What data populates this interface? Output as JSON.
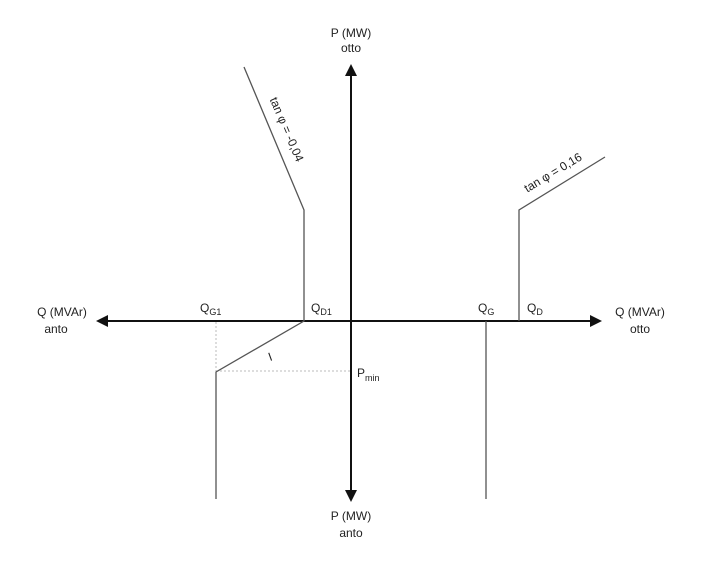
{
  "axes": {
    "p_top_line1": "P (MW)",
    "p_top_line2": "otto",
    "p_bottom_line1": "P (MW)",
    "p_bottom_line2": "anto",
    "q_left_line1": "Q (MVAr)",
    "q_left_line2": "anto",
    "q_right_line1": "Q (MVAr)",
    "q_right_line2": "otto"
  },
  "labels": {
    "qg1_main": "Q",
    "qg1_sub": "G1",
    "qd1_main": "Q",
    "qd1_sub": "D1",
    "qg_main": "Q",
    "qg_sub": "G",
    "qd_main": "Q",
    "qd_sub": "D",
    "pmin_main": "P",
    "pmin_sub": "min",
    "tan_left": "tan φ = -0,04",
    "tan_right": "tan φ = 0,16",
    "slope_mark": "I"
  }
}
